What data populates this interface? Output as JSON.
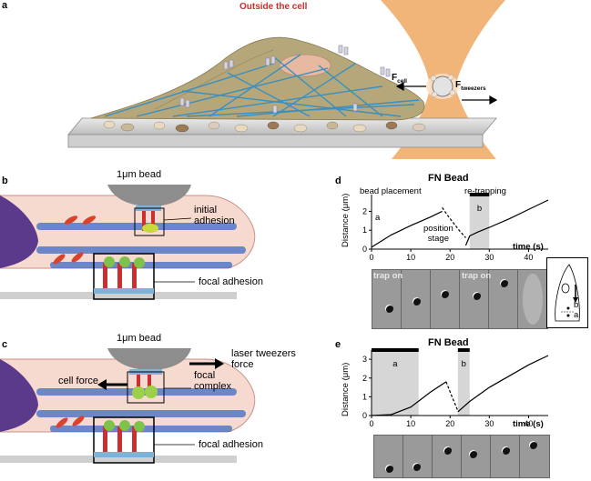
{
  "panel_a": {
    "letter": "a",
    "outside_label": "Outside the cell",
    "f_cell": "F",
    "f_cell_sub": "cell",
    "f_tweezers": "F",
    "f_tweezers_sub": "tweezers",
    "colors": {
      "cell": "#b5a77a",
      "tweezer_beam": "#f2a35a",
      "nucleus": "#e6b9a0",
      "actin": "#3a8fc0"
    }
  },
  "panel_b": {
    "letter": "b",
    "bead_label": "1μm bead",
    "initial_adhesion": [
      "initial",
      "adhesion"
    ],
    "focal_adhesion": "focal adhesion"
  },
  "panel_c": {
    "letter": "c",
    "bead_label": "1μm bead",
    "laser_force": [
      "laser tweezers",
      "force"
    ],
    "cell_force": "cell force",
    "focal_complex": [
      "focal",
      "complex"
    ],
    "focal_adhesion": "focal adhesion"
  },
  "panel_d": {
    "letter": "d",
    "title": "FN Bead",
    "bead_placement": "bead placement",
    "re_trapping": "re-trapping",
    "position_stage": [
      "position",
      "stage"
    ],
    "region_a": "a",
    "region_b": "b",
    "ylabel": "Distance (μm)",
    "xlabel": "time (s)",
    "trap_on": "trap on",
    "inset_labels": [
      "b",
      "a"
    ],
    "chart_data": {
      "type": "line",
      "xlim": [
        0,
        45
      ],
      "ylim": [
        0,
        2.6
      ],
      "xticks": [
        "0",
        "10",
        "20",
        "30",
        "40"
      ],
      "yticks": [
        "0",
        "1",
        "2"
      ],
      "shaded_region_b": [
        25,
        30
      ],
      "segment_a": {
        "x": [
          0,
          5,
          10,
          15,
          18
        ],
        "y": [
          0.1,
          0.75,
          1.25,
          1.7,
          2.0
        ]
      },
      "dashed": {
        "x": [
          18,
          19.5,
          21,
          22.5,
          24
        ],
        "y": [
          2.2,
          1.75,
          1.35,
          0.95,
          0.6
        ]
      },
      "segment_b": {
        "x": [
          24,
          25,
          27,
          30,
          35,
          40,
          45
        ],
        "y": [
          0.2,
          0.7,
          0.9,
          1.15,
          1.6,
          2.1,
          2.6
        ]
      }
    }
  },
  "panel_e": {
    "letter": "e",
    "title": "FN Bead",
    "region_a": "a",
    "region_b": "b",
    "ylabel": "Distance (μm)",
    "xlabel": "time (s)",
    "chart_data": {
      "type": "line",
      "xlim": [
        0,
        45
      ],
      "ylim": [
        0,
        3.2
      ],
      "xticks": [
        "0",
        "10",
        "20",
        "30",
        "40"
      ],
      "yticks": [
        "0",
        "1",
        "2",
        "3"
      ],
      "shaded_region_a": [
        0,
        12
      ],
      "shaded_region_b": [
        22,
        25
      ],
      "segment_a": {
        "x": [
          0,
          5,
          10,
          15,
          19
        ],
        "y": [
          0.0,
          0.05,
          0.45,
          1.25,
          1.8
        ]
      },
      "dashed": {
        "x": [
          19,
          20.5,
          22
        ],
        "y": [
          1.8,
          1.0,
          0.25
        ]
      },
      "segment_b": {
        "x": [
          22,
          25,
          30,
          35,
          40,
          45
        ],
        "y": [
          0.2,
          0.75,
          1.5,
          2.1,
          2.7,
          3.2
        ]
      }
    }
  }
}
